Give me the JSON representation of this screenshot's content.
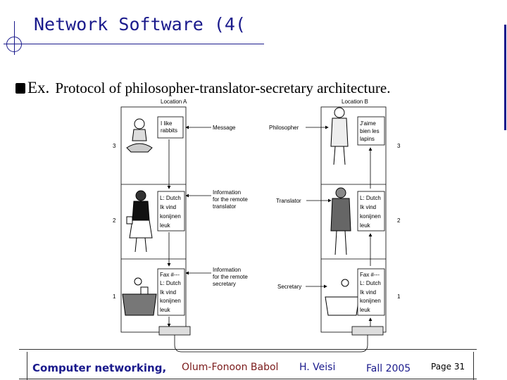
{
  "slide": {
    "title": "Network Software (4(",
    "bullet_prefix": "Ex.",
    "bullet_text": "Protocol of philosopher-translator-secretary architecture."
  },
  "diagram": {
    "location_a": "Location A",
    "location_b": "Location B",
    "levels": [
      "3",
      "2",
      "1"
    ],
    "a_box3": [
      "I like",
      "rabbits"
    ],
    "b_box3": [
      "J'aime",
      "bien les",
      "lapins"
    ],
    "a_box2": [
      "L: Dutch",
      "Ik vind",
      "konijnen",
      "leuk"
    ],
    "b_box2": [
      "L: Dutch",
      "Ik vind",
      "konijnen",
      "leuk"
    ],
    "a_box1": [
      "Fax #---",
      "L: Dutch",
      "Ik vind",
      "konijnen",
      "leuk"
    ],
    "b_box1": [
      "Fax #---",
      "L: Dutch",
      "Ik vind",
      "konijnen",
      "leuk"
    ],
    "mid_labels": {
      "message": "Message",
      "philosopher": "Philosopher",
      "info2": [
        "Information",
        "for the remote",
        "translator"
      ],
      "translator": "Translator",
      "info1": [
        "Information",
        "for the remote",
        "secretary"
      ],
      "secretary": "Secretary"
    }
  },
  "footer": {
    "course": "Computer networking,",
    "university": "Olum-Fonoon Babol",
    "author": "H. Veisi",
    "term": "Fall 2005",
    "page": "Page 31"
  },
  "colors": {
    "accent": "#1a1a8c",
    "footer_univ": "#7a1a1a"
  }
}
